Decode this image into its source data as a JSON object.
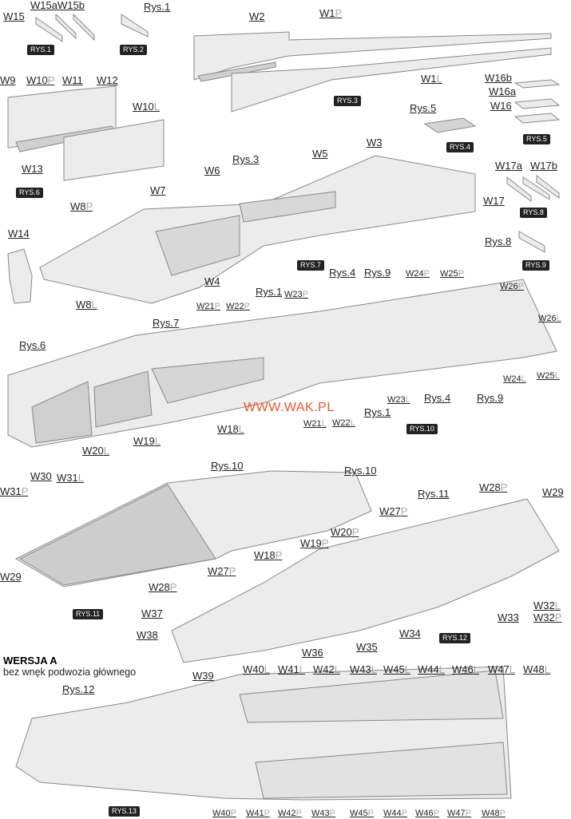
{
  "watermark": "WWW.WAK.PL",
  "version_title": "WERSJA A",
  "version_subtitle": "bez wnęk podwozia głównego",
  "badges": [
    "RYS.1",
    "RYS.2",
    "RYS.3",
    "RYS.4",
    "RYS.5",
    "RYS.6",
    "RYS.7",
    "RYS.8",
    "RYS.9",
    "RYS.10",
    "RYS.11",
    "RYS.12",
    "RYS.13"
  ],
  "top": [
    {
      "t": "W15a",
      "s": ""
    },
    {
      "t": "W15b",
      "s": ""
    },
    {
      "t": "W15",
      "s": ""
    },
    {
      "t": "Rys.1",
      "s": ""
    },
    {
      "t": "W2",
      "s": ""
    },
    {
      "t": "W1",
      "s": "P"
    },
    {
      "t": "W1",
      "s": "L"
    },
    {
      "t": "W16b",
      "s": ""
    },
    {
      "t": "W16a",
      "s": ""
    },
    {
      "t": "W16",
      "s": ""
    },
    {
      "t": "Rys.5",
      "s": ""
    },
    {
      "t": "W9",
      "s": ""
    },
    {
      "t": "W10",
      "s": "P"
    },
    {
      "t": "W11",
      "s": ""
    },
    {
      "t": "W12",
      "s": ""
    },
    {
      "t": "W10",
      "s": "L"
    },
    {
      "t": "W13",
      "s": ""
    },
    {
      "t": "W5",
      "s": ""
    },
    {
      "t": "W3",
      "s": ""
    },
    {
      "t": "W6",
      "s": ""
    },
    {
      "t": "Rys.3",
      "s": ""
    },
    {
      "t": "W7",
      "s": ""
    },
    {
      "t": "W8",
      "s": "P"
    },
    {
      "t": "W14",
      "s": ""
    },
    {
      "t": "W4",
      "s": ""
    },
    {
      "t": "W8",
      "s": "L"
    },
    {
      "t": "W17a",
      "s": ""
    },
    {
      "t": "W17b",
      "s": ""
    },
    {
      "t": "W17",
      "s": ""
    },
    {
      "t": "Rys.8",
      "s": ""
    }
  ],
  "f10": [
    {
      "t": "Rys.4",
      "s": ""
    },
    {
      "t": "Rys.9",
      "s": ""
    },
    {
      "t": "W24",
      "s": "P"
    },
    {
      "t": "W25",
      "s": "P"
    },
    {
      "t": "W26",
      "s": "P"
    },
    {
      "t": "W26",
      "s": "L"
    },
    {
      "t": "Rys.1",
      "s": ""
    },
    {
      "t": "W23",
      "s": "P"
    },
    {
      "t": "W21",
      "s": "P"
    },
    {
      "t": "W22",
      "s": "P"
    },
    {
      "t": "Rys.7",
      "s": ""
    },
    {
      "t": "Rys.6",
      "s": ""
    },
    {
      "t": "W25",
      "s": "L"
    },
    {
      "t": "W24",
      "s": "L"
    },
    {
      "t": "W23",
      "s": "L"
    },
    {
      "t": "Rys.4",
      "s": ""
    },
    {
      "t": "Rys.9",
      "s": ""
    },
    {
      "t": "Rys.1",
      "s": ""
    },
    {
      "t": "W21",
      "s": "L"
    },
    {
      "t": "W22",
      "s": "L"
    },
    {
      "t": "W18",
      "s": "L"
    },
    {
      "t": "W19",
      "s": "L"
    },
    {
      "t": "W20",
      "s": "L"
    }
  ],
  "f11": [
    {
      "t": "Rys.10",
      "s": ""
    },
    {
      "t": "Rys.10",
      "s": ""
    },
    {
      "t": "W30",
      "s": ""
    },
    {
      "t": "W31",
      "s": "P"
    },
    {
      "t": "W31",
      "s": "L"
    },
    {
      "t": "W20",
      "s": "P"
    },
    {
      "t": "W19",
      "s": "P"
    },
    {
      "t": "W18",
      "s": "P"
    },
    {
      "t": "W27",
      "s": "P"
    },
    {
      "t": "W28",
      "s": "P"
    },
    {
      "t": "W29",
      "s": ""
    }
  ],
  "f12": [
    {
      "t": "W28",
      "s": "P"
    },
    {
      "t": "W29",
      "s": ""
    },
    {
      "t": "Rys.11",
      "s": ""
    },
    {
      "t": "W27",
      "s": "P"
    },
    {
      "t": "W37",
      "s": ""
    },
    {
      "t": "W38",
      "s": ""
    },
    {
      "t": "W36",
      "s": ""
    },
    {
      "t": "W35",
      "s": ""
    },
    {
      "t": "W34",
      "s": ""
    },
    {
      "t": "W33",
      "s": ""
    },
    {
      "t": "W32",
      "s": "L"
    },
    {
      "t": "W32",
      "s": "P"
    },
    {
      "t": "W39",
      "s": ""
    }
  ],
  "f13": [
    {
      "t": "Rys.12",
      "s": ""
    },
    {
      "t": "W40",
      "s": "L"
    },
    {
      "t": "W41",
      "s": "L"
    },
    {
      "t": "W42",
      "s": "L"
    },
    {
      "t": "W43",
      "s": "L"
    },
    {
      "t": "W45",
      "s": "L"
    },
    {
      "t": "W44",
      "s": "L"
    },
    {
      "t": "W46",
      "s": "L"
    },
    {
      "t": "W47",
      "s": "L"
    },
    {
      "t": "W48",
      "s": "L"
    },
    {
      "t": "W40",
      "s": "P"
    },
    {
      "t": "W41",
      "s": "P"
    },
    {
      "t": "W42",
      "s": "P"
    },
    {
      "t": "W43",
      "s": "P"
    },
    {
      "t": "W45",
      "s": "P"
    },
    {
      "t": "W44",
      "s": "P"
    },
    {
      "t": "W46",
      "s": "P"
    },
    {
      "t": "W47",
      "s": "P"
    },
    {
      "t": "W48",
      "s": "P"
    }
  ]
}
